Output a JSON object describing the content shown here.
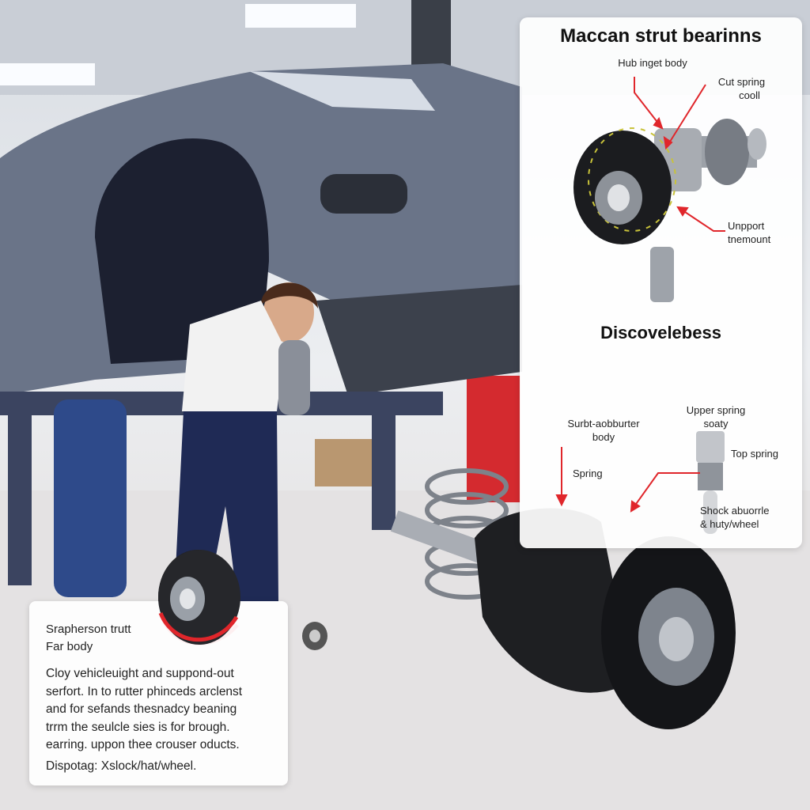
{
  "top_panel": {
    "title": "Maccan strut bearinns",
    "labels": {
      "hub": "Hub inget body",
      "cut_spring_1": "Cut spring",
      "cut_spring_2": "cooll",
      "upper_mount_1": "Unpport",
      "upper_mount_2": "tnemount"
    }
  },
  "middle_panel": {
    "title": "Discovelebess",
    "labels": {
      "strut_body_1": "Surbt-aobburter",
      "strut_body_2": "body",
      "spring": "Spring",
      "upper_seat_1": "Upper spring",
      "upper_seat_2": "soaty",
      "top_spring": "Top spring",
      "shock_1": "Shock abuorrle",
      "shock_2": "& huty/wheel"
    }
  },
  "info_card": {
    "heading_1": "Srapherson trutt",
    "heading_2": "Far body",
    "paragraph_lines": [
      "Cloy vehicleuight and suppond-out",
      "serfort. In to rutter phinceds arclenst",
      "and for sefands thesnadcy beaning",
      "trrm the seulcle sies is for brough.",
      "earring. uppon thee crouser oducts."
    ],
    "footer": "Dispotag: Xslock/hat/wheel."
  },
  "colors": {
    "accent": "#e0262b",
    "car": "#5b6578",
    "overalls": "#1f2a55"
  }
}
